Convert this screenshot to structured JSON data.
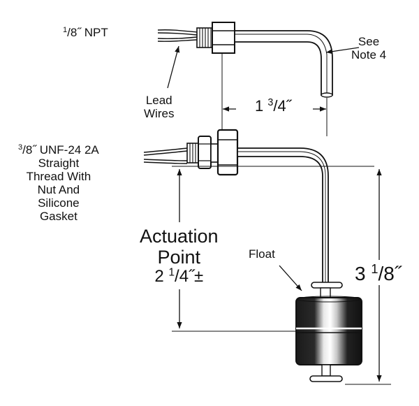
{
  "labels": {
    "npt_fraction_num": "1",
    "npt_fraction_rest": "/8˝ NPT",
    "see_note": [
      "See",
      "Note 4"
    ],
    "lead_wires": [
      "Lead",
      "Wires"
    ],
    "spacing_whole": "1",
    "spacing_num": "3",
    "spacing_rest": "/4˝",
    "thread_num": "3",
    "thread_first_rest": "/8˝ UNF-24 2A",
    "thread_lines": [
      "Straight",
      "Thread With",
      "Nut And",
      "Silicone",
      "Gasket"
    ],
    "actuation_lines": [
      "Actuation",
      "Point"
    ],
    "actuation_whole": "2",
    "actuation_num": "1",
    "actuation_rest": "/4˝±",
    "float": "Float",
    "length_whole": "3",
    "length_num": "1",
    "length_rest": "/8˝"
  }
}
